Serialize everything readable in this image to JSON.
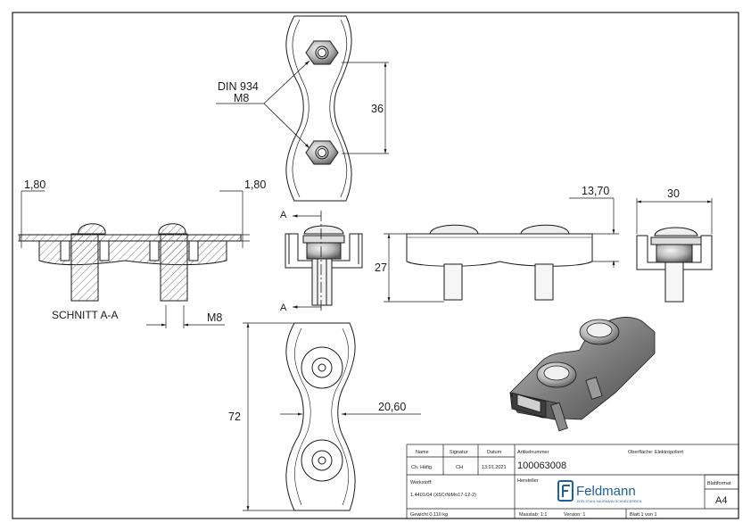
{
  "dims": {
    "d_1_80_left": "1,80",
    "d_1_80_right": "1,80",
    "d_36": "36",
    "d_27": "27",
    "d_13_70": "13,70",
    "d_30": "30",
    "d_72": "72",
    "d_20_60": "20,60",
    "d_m8": "M8"
  },
  "labels": {
    "din": "DIN 934",
    "din_m8": "M8",
    "section_title": "SCHNITT A-A",
    "section_mark_top": "A",
    "section_mark_bottom": "A"
  },
  "title_block": {
    "name_hdr": "Name",
    "signatur_hdr": "Signatur",
    "datum_hdr": "Datum",
    "name_val": "Ch. Häfig",
    "signatur_val": "CH",
    "datum_val": "13.01.2021",
    "artikel_hdr": "Artikelnummer",
    "artikel_val": "100063008",
    "oberflaeche": "Oberfläche:  Elektropoliert",
    "werkstoff_hdr": "Werkstoff:",
    "werkstoff_val": "1.4401/04 (X5CrNiMo17-12-2)",
    "hersteller_hdr": "Hersteller",
    "brand": "Feldmann",
    "brand_sub": "EDELSTAHL KAUFMANN SCHNEIDEREIEN",
    "blattformat_hdr": "Blattformat",
    "blattformat_val": "A4",
    "gewicht": "Gewicht 0.110 kg",
    "massstab": "Masstab: 1:1",
    "version": "Version: 1",
    "blatt": "Blatt 1 von 1"
  },
  "colors": {
    "line": "#1a1a1a",
    "hatch": "#7a7a7a",
    "steel_dark": "#555555",
    "steel_mid": "#8c8c8c",
    "steel_light": "#d6d6d6",
    "brand_blue": "#1f5f9e"
  }
}
